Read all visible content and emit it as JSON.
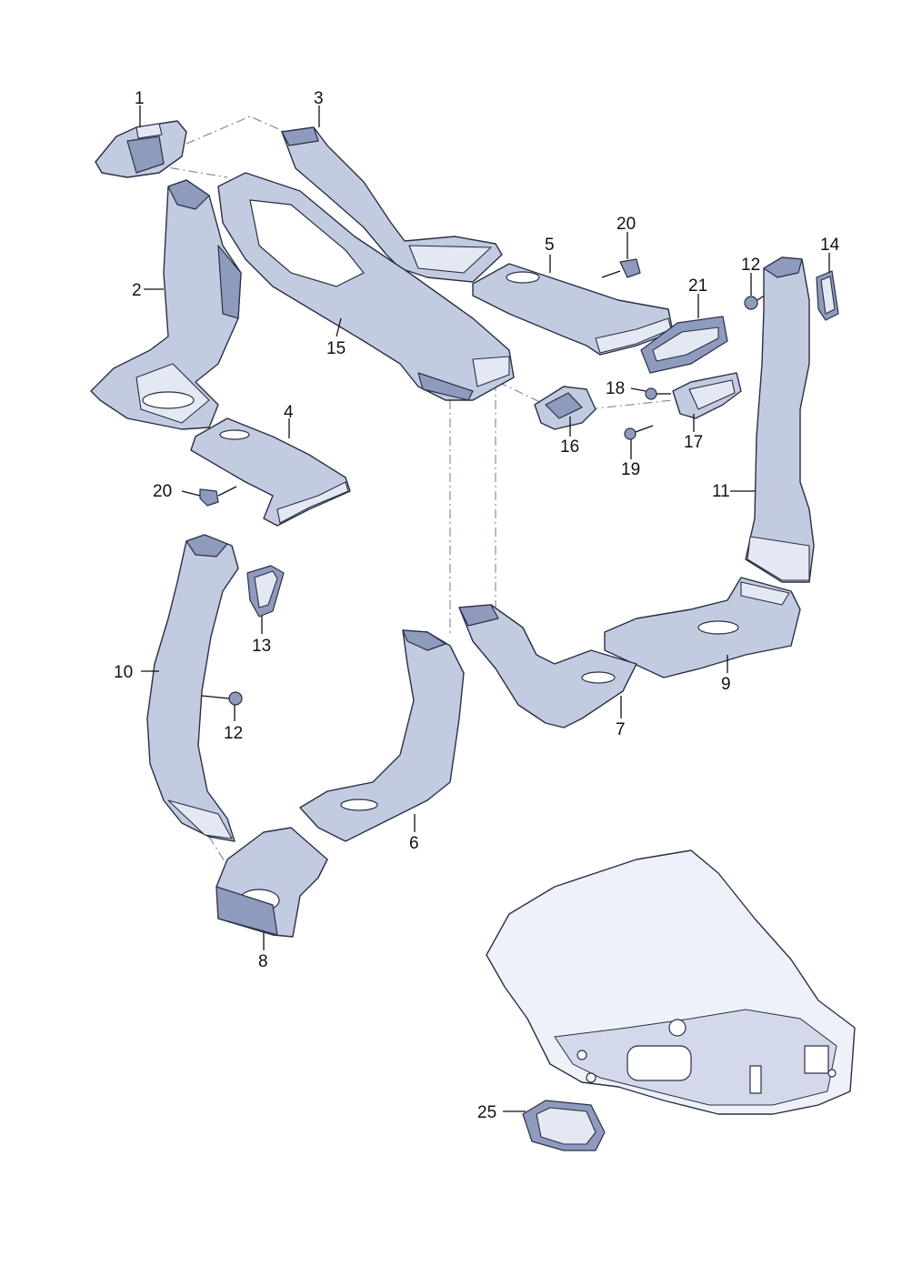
{
  "labels": {
    "l1": "1",
    "l2": "2",
    "l3": "3",
    "l4": "4",
    "l5": "5",
    "l6": "6",
    "l7": "7",
    "l8": "8",
    "l9": "9",
    "l10": "10",
    "l11": "11",
    "l12a": "12",
    "l12b": "12",
    "l13": "13",
    "l14": "14",
    "l15": "15",
    "l16": "16",
    "l17": "17",
    "l18": "18",
    "l19": "19",
    "l20a": "20",
    "l20b": "20",
    "l21": "21",
    "l25": "25"
  },
  "colors": {
    "part_fill": "#c3cbe0",
    "part_shade": "#8f9bbd",
    "outline": "#2a2f45",
    "background": "#ffffff"
  }
}
